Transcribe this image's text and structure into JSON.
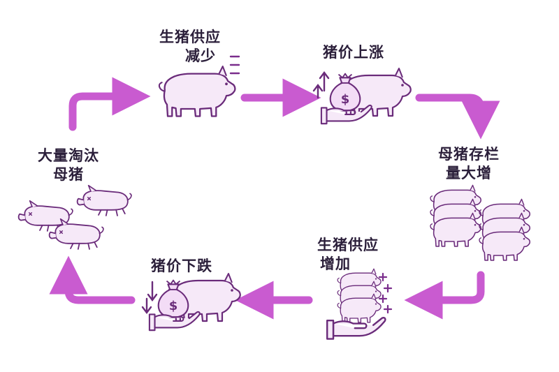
{
  "stages": {
    "supply_decrease": {
      "line1": "生猪供应",
      "line2": "减少"
    },
    "price_rise": {
      "text": "猪价上涨"
    },
    "sow_stock": {
      "line1": "母猪存栏",
      "line2": "量大增"
    },
    "supply_increase": {
      "line1": "生猪供应",
      "line2": "增加"
    },
    "price_fall": {
      "text": "猪价下跌"
    },
    "sow_cull": {
      "line1": "大量淘汰",
      "line2": "母猪"
    }
  },
  "money_symbol": "$",
  "colors": {
    "arrow": "#c95bd0",
    "outline": "#6a2b7a",
    "pig_fill": "#f6e9f8",
    "text": "#2b1f3a"
  }
}
